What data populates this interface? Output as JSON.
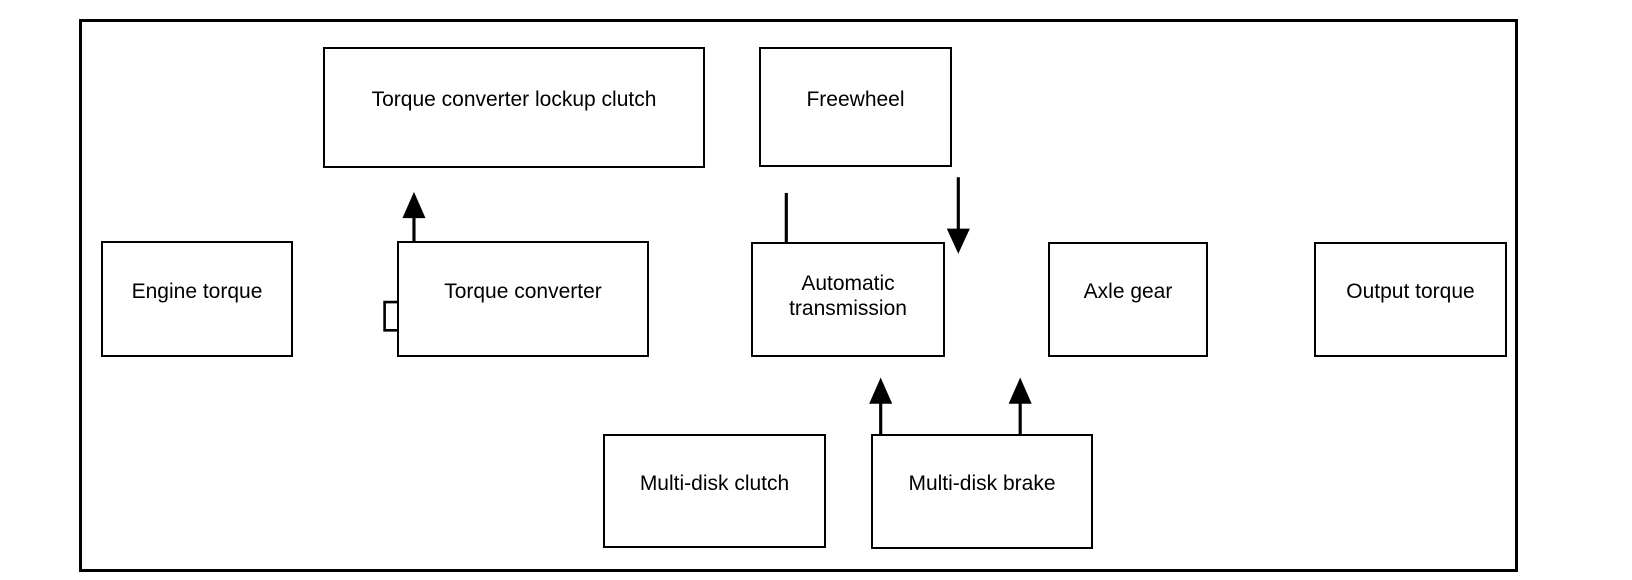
{
  "diagram": {
    "description": "Block diagram of torque flow through an automatic transmission drivetrain",
    "background_color": "#ffffff",
    "line_color": "#000000",
    "text_color": "#000000",
    "nodes": {
      "engine_torque": {
        "label": "Engine torque"
      },
      "torque_converter": {
        "label": "Torque converter"
      },
      "torque_converter_lockup_clutch": {
        "label": "Torque converter lockup clutch"
      },
      "freewheel": {
        "label": "Freewheel"
      },
      "automatic_transmission": {
        "label": "Automatic transmission"
      },
      "axle_gear": {
        "label": "Axle gear"
      },
      "output_torque": {
        "label": "Output torque"
      },
      "multi_disk_clutch": {
        "label": "Multi-disk clutch"
      },
      "multi_disk_brake": {
        "label": "Multi-disk brake"
      }
    },
    "main_flow": [
      {
        "from": "engine_torque",
        "to": "torque_converter",
        "style": "hollow-block-arrow"
      },
      {
        "from": "torque_converter",
        "to": "automatic_transmission",
        "style": "hollow-block-arrow"
      },
      {
        "from": "automatic_transmission",
        "to": "axle_gear",
        "style": "hollow-block-arrow"
      },
      {
        "from": "axle_gear",
        "to": "output_torque",
        "style": "hollow-block-arrow"
      }
    ],
    "component_links": [
      {
        "from": "torque_converter",
        "to": "torque_converter_lockup_clutch",
        "direction": "up",
        "style": "solid-arrow"
      },
      {
        "from": "torque_converter_lockup_clutch",
        "to": "flow_torque_converter_to_automatic_transmission",
        "direction": "down",
        "style": "solid-arrow"
      },
      {
        "from": "freewheel",
        "to": "automatic_transmission",
        "direction": "down",
        "style": "solid-arrow"
      },
      {
        "from": "multi_disk_clutch",
        "to": "automatic_transmission",
        "direction": "up",
        "style": "solid-arrow"
      },
      {
        "from": "multi_disk_brake",
        "to": "automatic_transmission",
        "direction": "up",
        "style": "solid-arrow"
      }
    ]
  }
}
